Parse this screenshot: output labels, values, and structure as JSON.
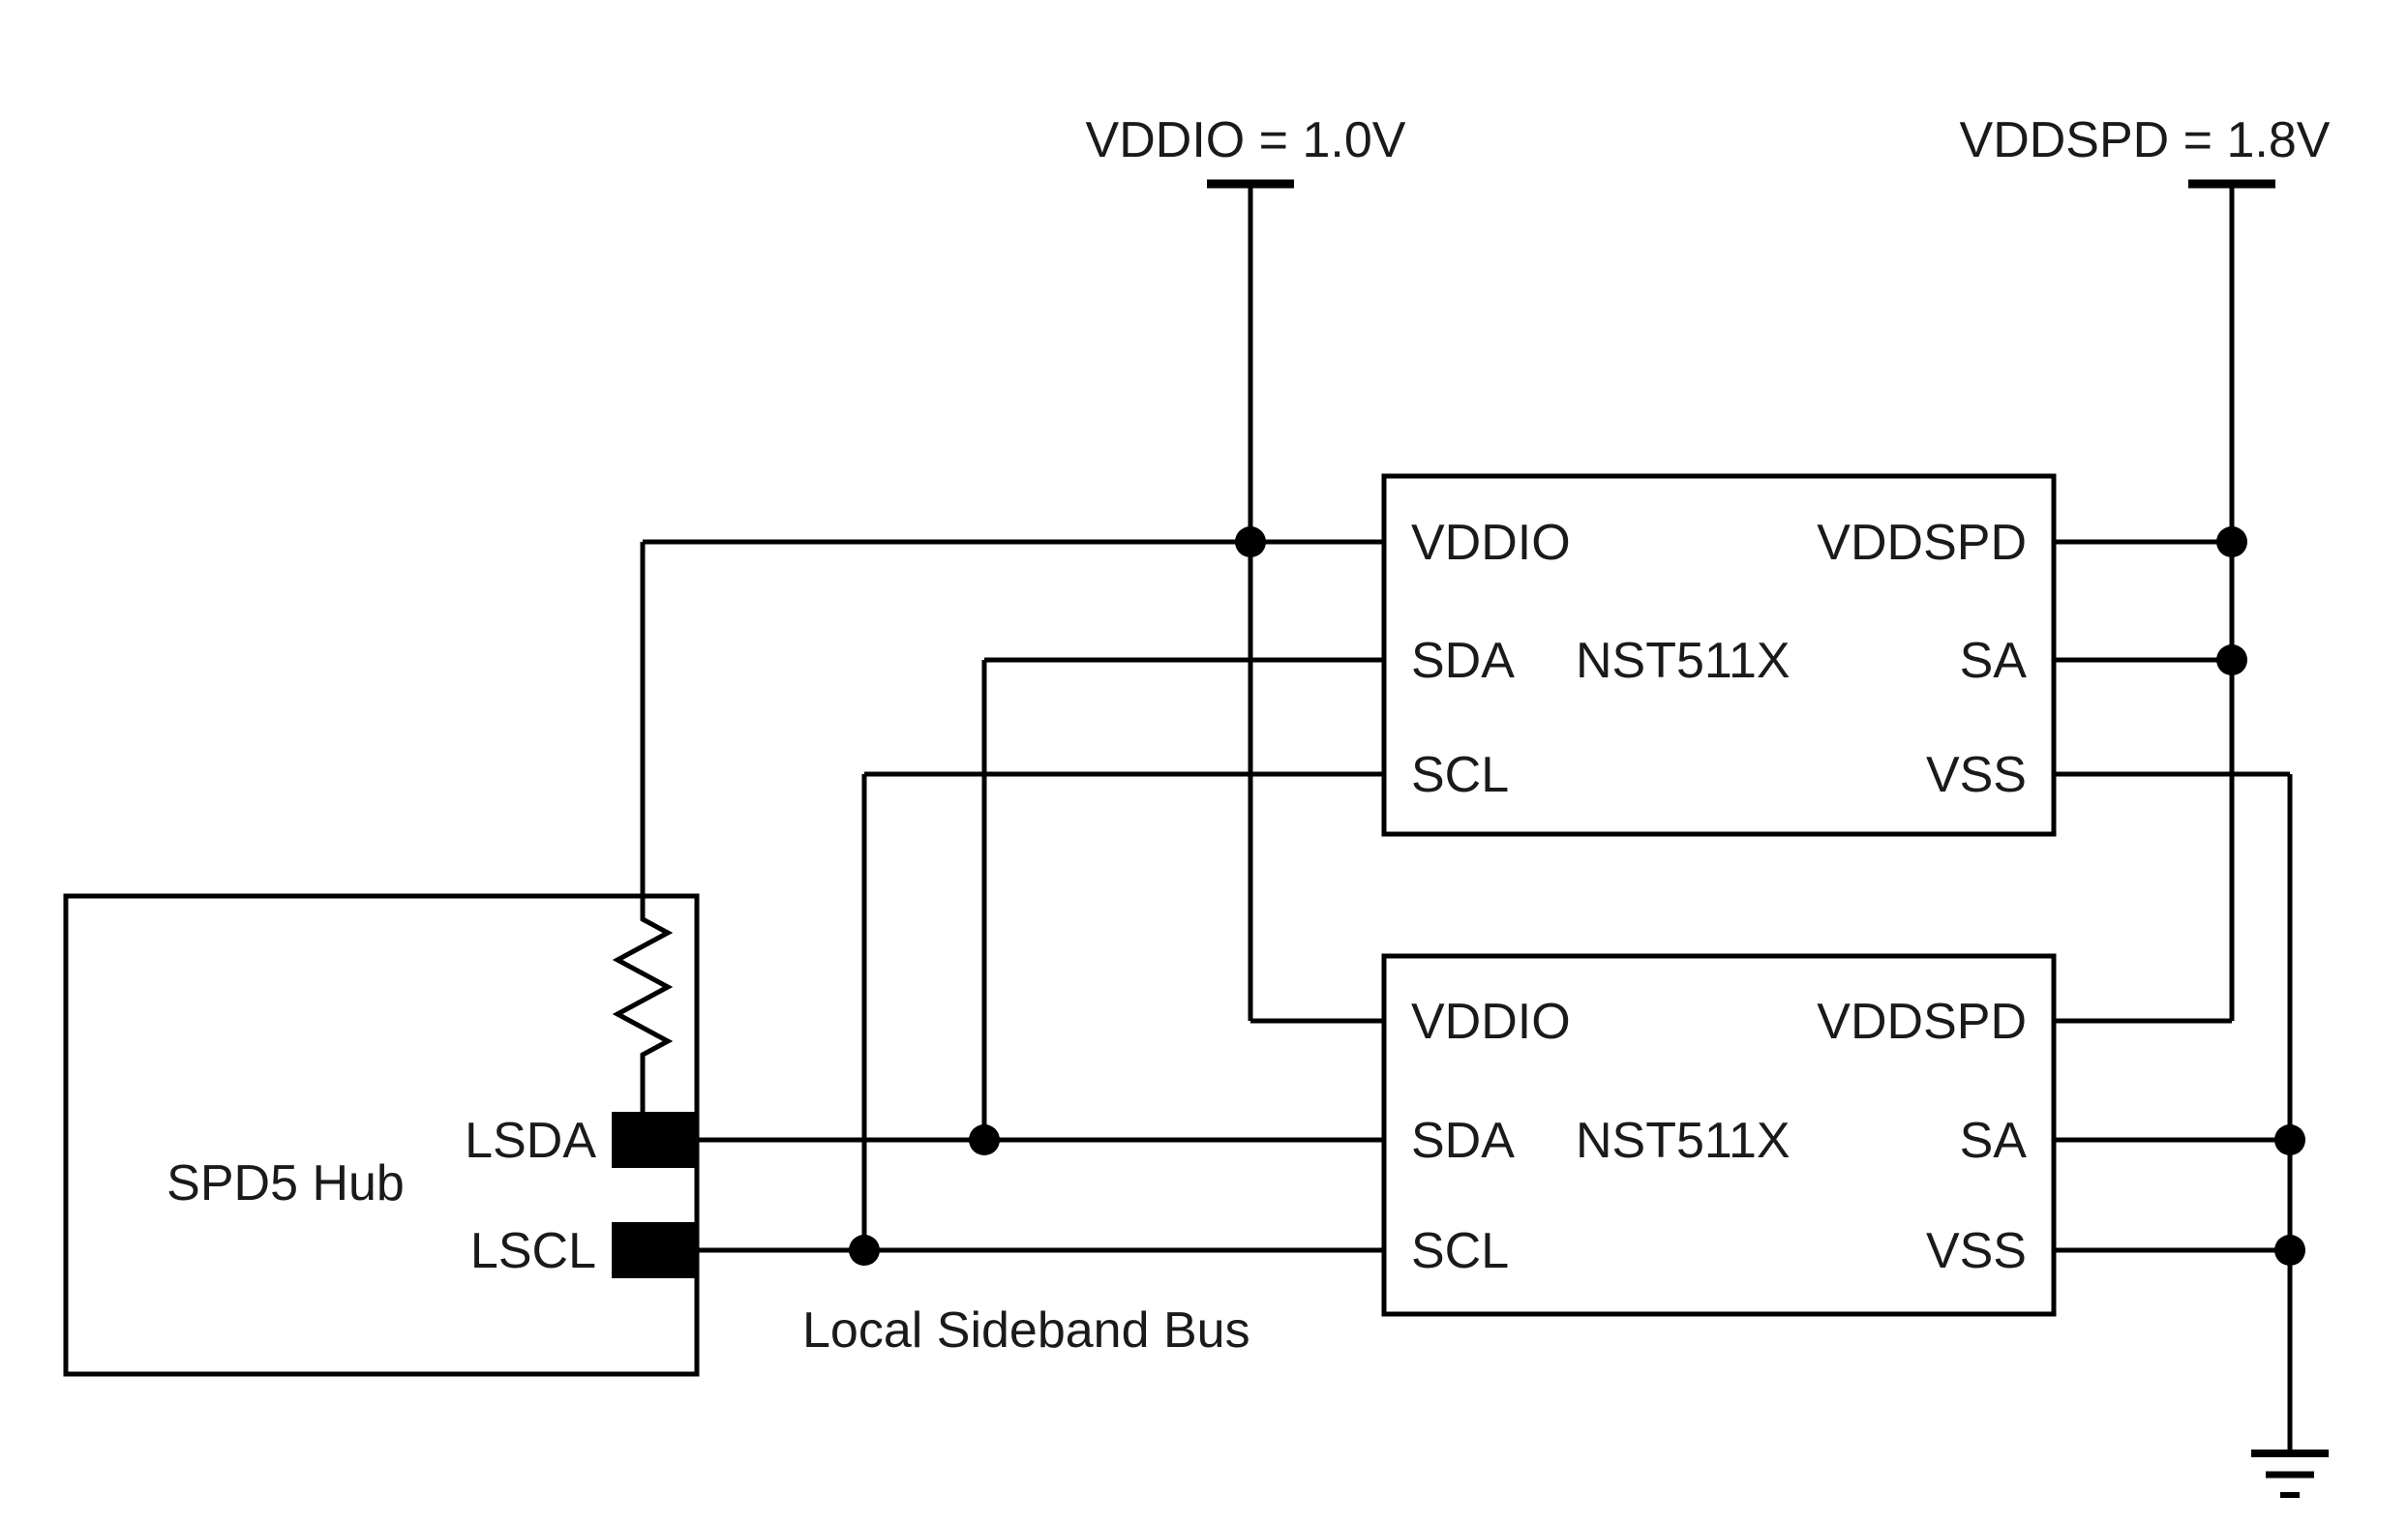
{
  "diagram": {
    "type": "circuit-schematic",
    "background": "#ffffff",
    "wire_color": "#000000"
  },
  "rails": {
    "vddio": "VDDIO = 1.0V",
    "vddspd": "VDDSPD = 1.8V"
  },
  "hub": {
    "name": "SPD5 Hub",
    "pin_lsda": "LSDA",
    "pin_lscl": "LSCL"
  },
  "sensors": {
    "upper": {
      "part": "NST511X",
      "vddio": "VDDIO",
      "sda": "SDA",
      "scl": "SCL",
      "vddspd": "VDDSPD",
      "sa": "SA",
      "vss": "VSS"
    },
    "lower": {
      "part": "NST511X",
      "vddio": "VDDIO",
      "sda": "SDA",
      "scl": "SCL",
      "vddspd": "VDDSPD",
      "sa": "SA",
      "vss": "VSS"
    }
  },
  "bus": {
    "label": "Local Sideband Bus"
  }
}
